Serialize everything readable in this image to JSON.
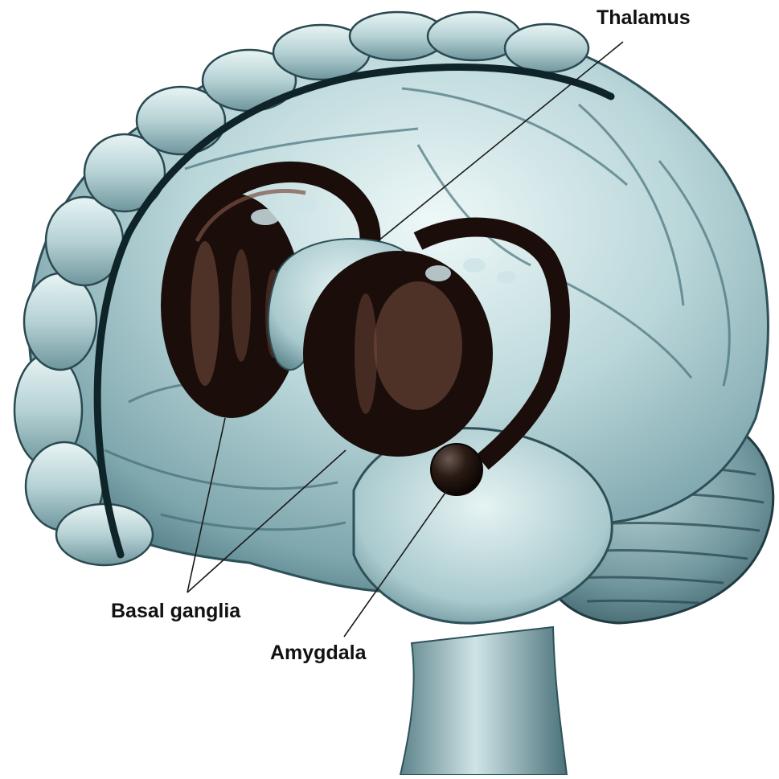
{
  "labels": {
    "thalamus": "Thalamus",
    "basal_ganglia": "Basal ganglia",
    "amygdala": "Amygdala"
  },
  "colors": {
    "brain_light": "#dff0f1",
    "brain_mid": "#9fc4c9",
    "brain_dark": "#3f6a74",
    "structure_dark": "#1a0d0a",
    "structure_highlight": "#7a5040",
    "background": "#ffffff"
  }
}
